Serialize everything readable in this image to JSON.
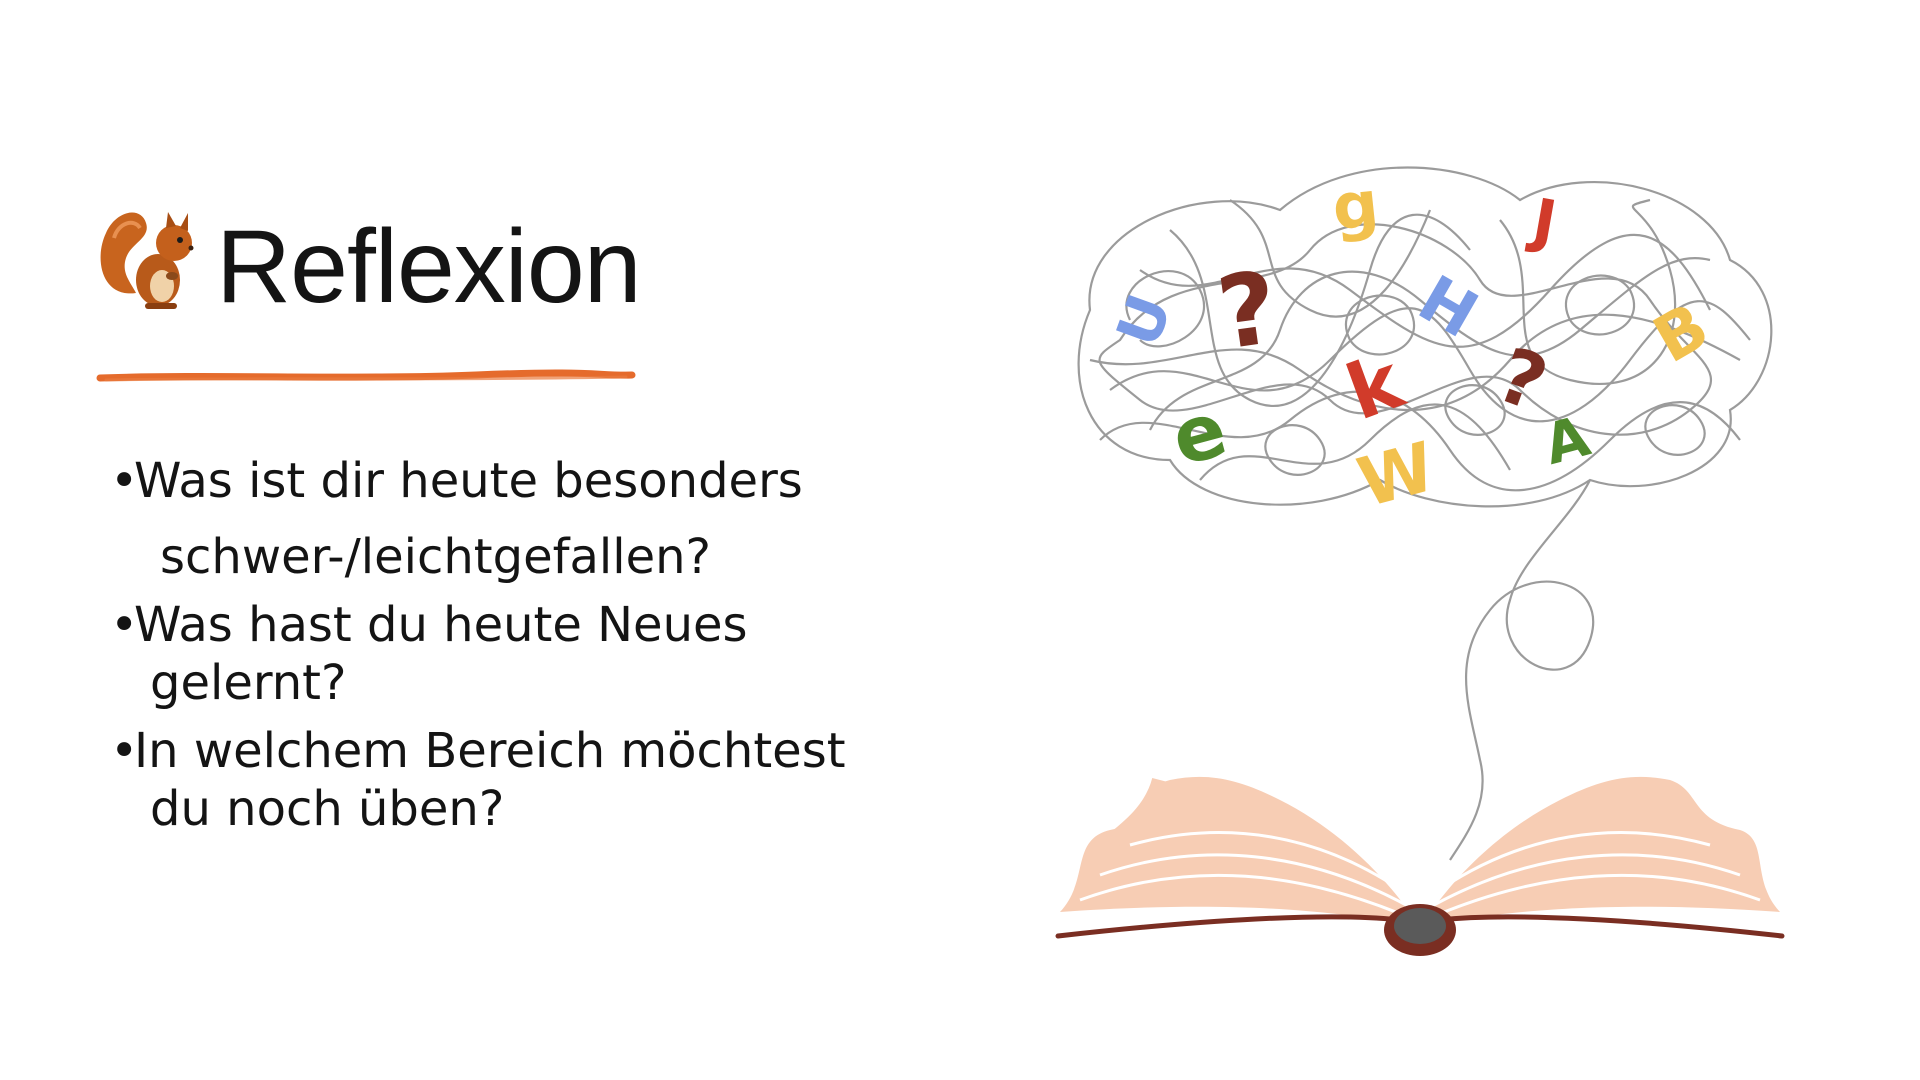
{
  "slide": {
    "title": "Reflexion",
    "bullet_symbol": "•",
    "questions": [
      {
        "line1": "Was ist dir heute besonders",
        "line2": "schwer-/leichtgefallen?"
      },
      {
        "line1": "Was hast du heute Neues",
        "line2": "gelernt?"
      },
      {
        "line1": "In welchem Bereich möchtest",
        "line2": "du noch üben?"
      }
    ],
    "accent_color": "#e56b2c"
  },
  "illustration": {
    "letters": [
      "g",
      "J",
      "U",
      "?",
      "H",
      "B",
      "k",
      "?",
      "e",
      "A",
      "W"
    ]
  }
}
